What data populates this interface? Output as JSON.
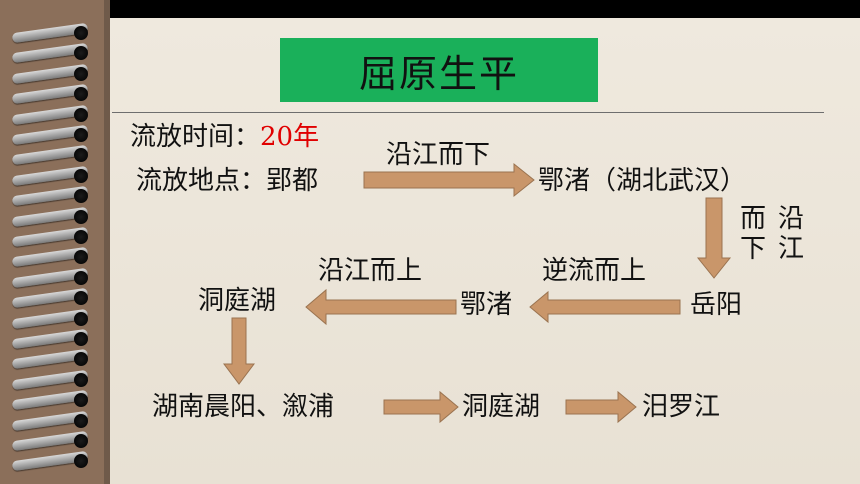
{
  "title": "屈原生平",
  "line1_label": "流放时间：",
  "line1_value": "20年",
  "line2_label": "流放地点：郢都",
  "nodes": {
    "ezhu1": "鄂渚（湖北武汉）",
    "yueyang": "岳阳",
    "ezhu2": "鄂渚",
    "dongtinghu1": "洞庭湖",
    "hunan": "湖南晨阳、溆浦",
    "dongtinghu2": "洞庭湖",
    "miluojiang": "汨罗江"
  },
  "edges": {
    "e1": "沿江而下",
    "e2_col1": "而\n下",
    "e2_col2": "沿\n江",
    "e3": "逆流而上",
    "e4": "沿江而上"
  },
  "colors": {
    "title_bg": "#1ab05a",
    "accent_red": "#e00000",
    "arrow_fill": "#c9966a"
  }
}
